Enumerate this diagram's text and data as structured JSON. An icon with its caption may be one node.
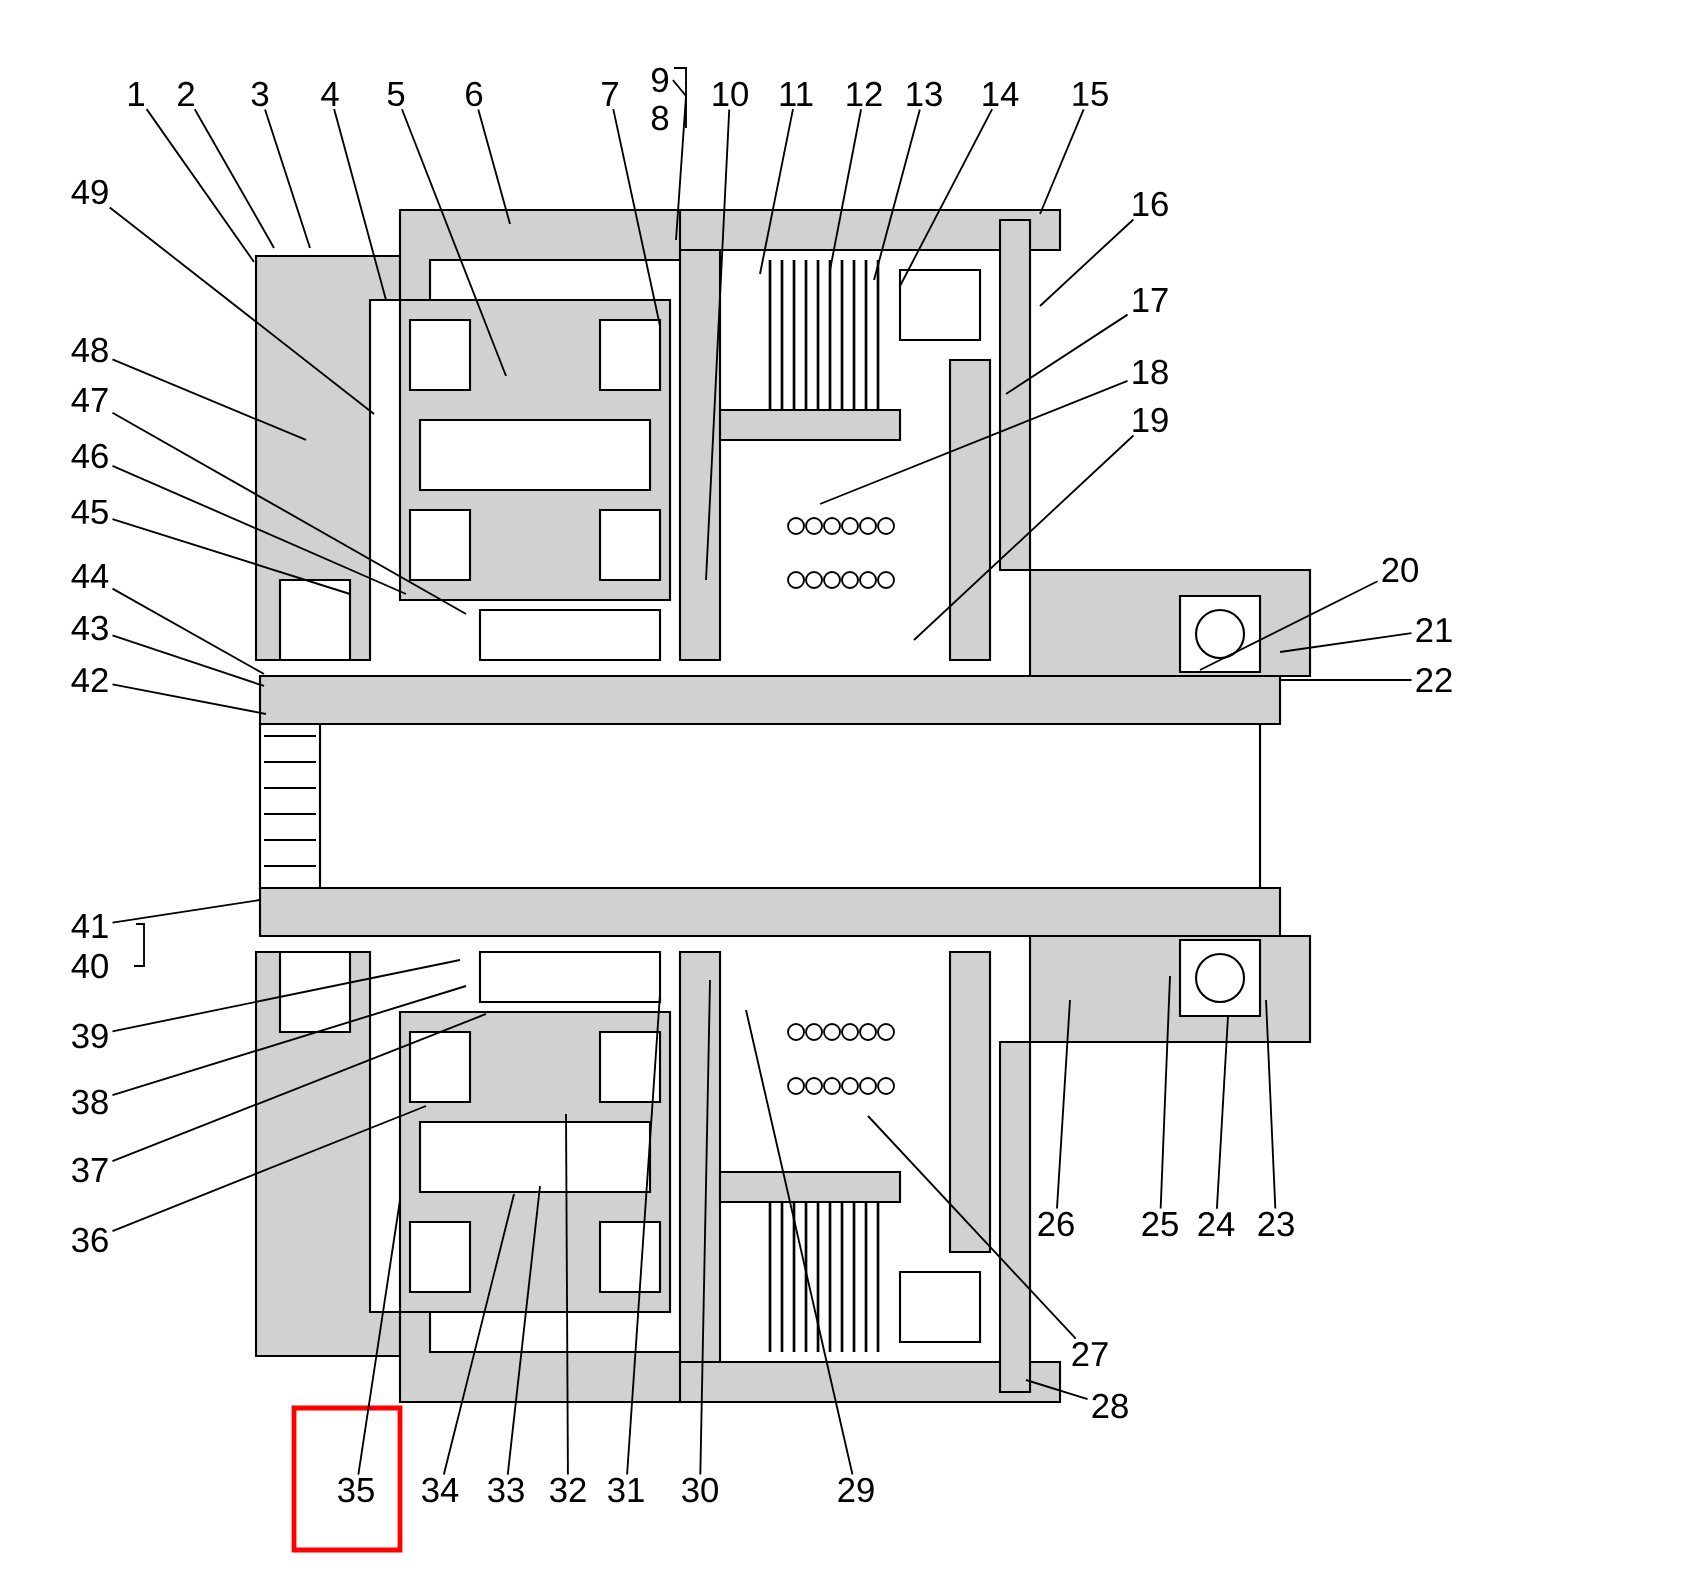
{
  "diagram": {
    "nodes": [
      {
        "text": [
          "1"
        ]
      },
      {
        "text": [
          "2"
        ]
      },
      {
        "text": [
          "3"
        ]
      },
      {
        "text": [
          "4"
        ]
      },
      {
        "text": [
          "5"
        ]
      },
      {
        "text": [
          "6"
        ]
      },
      {
        "text": [
          "7"
        ]
      },
      {
        "text": [
          "8"
        ]
      },
      {
        "text": [
          "9"
        ]
      },
      {
        "text": [
          "10"
        ]
      },
      {
        "text": [
          "11"
        ]
      },
      {
        "text": [
          "12"
        ]
      },
      {
        "text": [
          "13"
        ]
      },
      {
        "text": [
          "14"
        ]
      },
      {
        "text": [
          "15"
        ]
      },
      {
        "text": [
          "16"
        ]
      },
      {
        "text": [
          "17"
        ]
      },
      {
        "text": [
          "18"
        ]
      },
      {
        "text": [
          "19"
        ]
      },
      {
        "text": [
          "20"
        ]
      },
      {
        "text": [
          "21"
        ]
      },
      {
        "text": [
          "22"
        ]
      },
      {
        "text": [
          "23"
        ]
      },
      {
        "text": [
          "24"
        ]
      },
      {
        "text": [
          "25"
        ]
      },
      {
        "text": [
          "26"
        ]
      },
      {
        "text": [
          "27"
        ]
      },
      {
        "text": [
          "28"
        ]
      },
      {
        "text": [
          "29"
        ]
      },
      {
        "text": [
          "30"
        ]
      },
      {
        "text": [
          "31"
        ]
      },
      {
        "text": [
          "32"
        ]
      },
      {
        "text": [
          "33"
        ]
      },
      {
        "text": [
          "34"
        ]
      },
      {
        "text": [
          "35"
        ]
      },
      {
        "text": [
          "36"
        ]
      },
      {
        "text": [
          "37"
        ]
      },
      {
        "text": [
          "38"
        ]
      },
      {
        "text": [
          "39"
        ]
      },
      {
        "text": [
          "40"
        ]
      },
      {
        "text": [
          "41"
        ]
      },
      {
        "text": [
          "42"
        ]
      },
      {
        "text": [
          "43"
        ]
      },
      {
        "text": [
          "44"
        ]
      },
      {
        "text": [
          "45"
        ]
      },
      {
        "text": [
          "46"
        ]
      },
      {
        "text": [
          "47"
        ]
      },
      {
        "text": [
          "48"
        ]
      },
      {
        "text": [
          "49"
        ]
      }
    ],
    "edges": [
      {
        "from": 0,
        "to": null,
        "arrow": "none"
      },
      {
        "from": 1,
        "to": null,
        "arrow": "none"
      },
      {
        "from": 2,
        "to": null,
        "arrow": "none"
      },
      {
        "from": 3,
        "to": null,
        "arrow": "none"
      },
      {
        "from": 4,
        "to": null,
        "arrow": "none"
      },
      {
        "from": 5,
        "to": null,
        "arrow": "none"
      },
      {
        "from": 6,
        "to": null,
        "arrow": "none"
      },
      {
        "from": 8,
        "to": null,
        "arrow": "none"
      },
      {
        "from": 9,
        "to": null,
        "arrow": "none"
      },
      {
        "from": 10,
        "to": null,
        "arrow": "none"
      },
      {
        "from": 11,
        "to": null,
        "arrow": "none"
      },
      {
        "from": 12,
        "to": null,
        "arrow": "none"
      },
      {
        "from": 13,
        "to": null,
        "arrow": "none"
      },
      {
        "from": 14,
        "to": null,
        "arrow": "none"
      },
      {
        "from": 15,
        "to": null,
        "arrow": "none"
      },
      {
        "from": 16,
        "to": null,
        "arrow": "none"
      },
      {
        "from": 17,
        "to": null,
        "arrow": "none"
      },
      {
        "from": 18,
        "to": null,
        "arrow": "none"
      },
      {
        "from": 19,
        "to": null,
        "arrow": "none"
      },
      {
        "from": 20,
        "to": null,
        "arrow": "none"
      },
      {
        "from": 21,
        "to": null,
        "arrow": "none"
      },
      {
        "from": 22,
        "to": null,
        "arrow": "none"
      },
      {
        "from": 23,
        "to": null,
        "arrow": "none"
      },
      {
        "from": 24,
        "to": null,
        "arrow": "none"
      },
      {
        "from": 25,
        "to": null,
        "arrow": "none"
      },
      {
        "from": 26,
        "to": null,
        "arrow": "none"
      },
      {
        "from": 27,
        "to": null,
        "arrow": "none"
      },
      {
        "from": 28,
        "to": null,
        "arrow": "none"
      },
      {
        "from": 29,
        "to": null,
        "arrow": "none"
      },
      {
        "from": 30,
        "to": null,
        "arrow": "none"
      },
      {
        "from": 31,
        "to": null,
        "arrow": "none"
      },
      {
        "from": 32,
        "to": null,
        "arrow": "none"
      },
      {
        "from": 33,
        "to": null,
        "arrow": "none"
      },
      {
        "from": 34,
        "to": null,
        "arrow": "none"
      },
      {
        "from": 35,
        "to": null,
        "arrow": "none"
      },
      {
        "from": 36,
        "to": null,
        "arrow": "none"
      },
      {
        "from": 37,
        "to": null,
        "arrow": "none"
      },
      {
        "from": 38,
        "to": null,
        "arrow": "none"
      },
      {
        "from": 40,
        "to": null,
        "arrow": "none"
      },
      {
        "from": 41,
        "to": null,
        "arrow": "none"
      },
      {
        "from": 42,
        "to": null,
        "arrow": "none"
      },
      {
        "from": 43,
        "to": null,
        "arrow": "none"
      },
      {
        "from": 44,
        "to": null,
        "arrow": "none"
      },
      {
        "from": 45,
        "to": null,
        "arrow": "none"
      },
      {
        "from": 46,
        "to": null,
        "arrow": "none"
      },
      {
        "from": 47,
        "to": null,
        "arrow": "none"
      },
      {
        "from": 48,
        "to": null,
        "arrow": "none"
      }
    ]
  }
}
